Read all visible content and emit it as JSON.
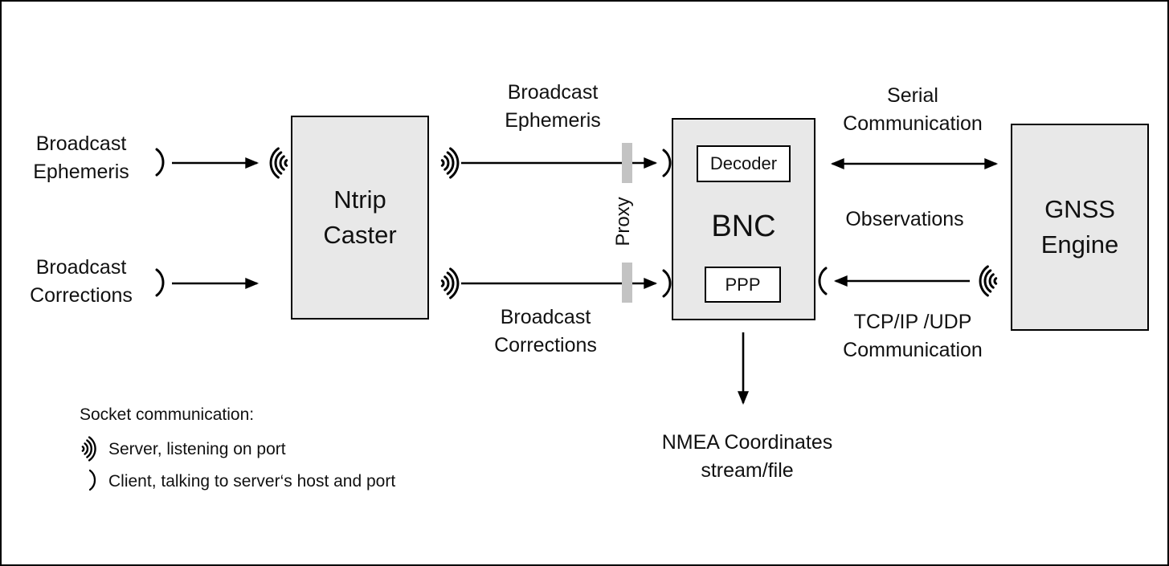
{
  "colors": {
    "node_fill": "#e8e8e8",
    "node_border": "#000000",
    "proxy_bar": "#c3c3c3",
    "arrow": "#000000",
    "text": "#111111",
    "frame": "#000000"
  },
  "nodes": {
    "ntrip_caster": [
      "Ntrip",
      "Caster"
    ],
    "bnc": {
      "title": "BNC",
      "decoder": "Decoder",
      "ppp": "PPP"
    },
    "gnss_engine": [
      "GNSS",
      "Engine"
    ]
  },
  "labels": {
    "ephemeris_src": [
      "Broadcast",
      "Ephemeris"
    ],
    "corrections_src": [
      "Broadcast",
      "Corrections"
    ],
    "ephemeris_mid": [
      "Broadcast",
      "Ephemeris"
    ],
    "corrections_mid": [
      "Broadcast",
      "Corrections"
    ],
    "serial": [
      "Serial",
      "Communication"
    ],
    "observations": "Observations",
    "tcp_udp": [
      "TCP/IP /UDP",
      "Communication"
    ],
    "nmea": [
      "NMEA Coordinates",
      "stream/file"
    ],
    "proxy": "Proxy"
  },
  "legend": {
    "title": "Socket communication:",
    "server": "Server, listening on port",
    "client": "Client, talking to server‘s host and port"
  },
  "icons": {
    "server_socket": "radiating-arcs",
    "client_socket": "single-arc"
  }
}
